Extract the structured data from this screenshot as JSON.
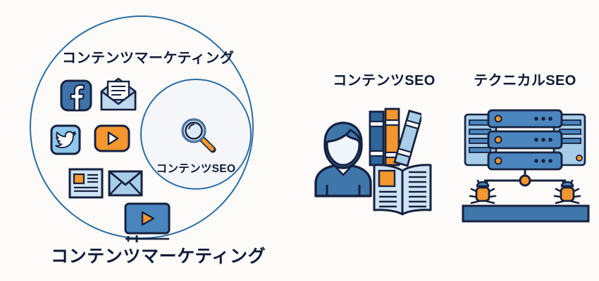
{
  "background_color": "#fcfbf9",
  "palette": {
    "outline_navy": "#16213f",
    "circle_stroke": "#2c6ca4",
    "blue_dark": "#2f659b",
    "blue_mid": "#4a85bd",
    "blue_light": "#a8cde8",
    "blue_pale": "#cfe4f4",
    "orange": "#f5962e",
    "orange_light": "#f7a94a",
    "inner_fill": "#f4f6fa",
    "text_navy": "#101a35"
  },
  "venn": {
    "outer_label_top": "コンテンツマーケティング",
    "outer_label_bottom": "コンテンツマーケティング",
    "inner_label": "コンテンツSEO",
    "inner_icon": "magnifier-icon",
    "channel_icons": [
      {
        "name": "facebook-icon",
        "label": "Facebook"
      },
      {
        "name": "open-envelope-icon",
        "label": "Email newsletter"
      },
      {
        "name": "twitter-icon",
        "label": "Twitter"
      },
      {
        "name": "youtube-icon",
        "label": "YouTube"
      },
      {
        "name": "article-icon",
        "label": "Article"
      },
      {
        "name": "envelope-icon",
        "label": "Mail"
      },
      {
        "name": "video-player-icon",
        "label": "Video"
      }
    ]
  },
  "groups": [
    {
      "id": "content-seo",
      "label": "コンテンツSEO",
      "icons": [
        {
          "name": "person-icon",
          "label": "Person"
        },
        {
          "name": "books-icon",
          "label": "Books"
        },
        {
          "name": "open-book-icon",
          "label": "Open book"
        }
      ]
    },
    {
      "id": "technical-seo",
      "label": "テクニカルSEO",
      "icons": [
        {
          "name": "server-rack-icon",
          "label": "Server rack"
        },
        {
          "name": "crawler-bug-icon",
          "label": "Crawler bug"
        },
        {
          "name": "crawler-bug-icon",
          "label": "Crawler bug"
        },
        {
          "name": "index-bar-icon",
          "label": "Index bar"
        }
      ]
    }
  ]
}
